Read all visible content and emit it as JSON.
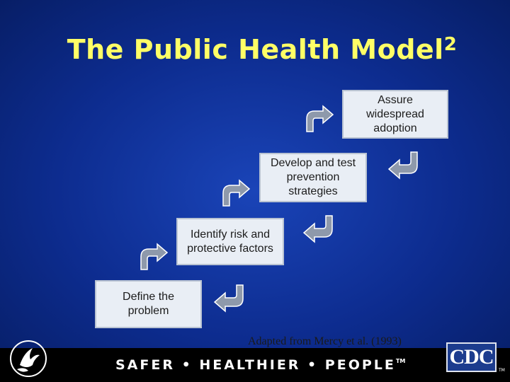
{
  "slide": {
    "title": "The Public Health Model",
    "title_superscript": "2"
  },
  "steps": [
    {
      "label": "Define the\nproblem"
    },
    {
      "label": "Identify risk and\nprotective factors"
    },
    {
      "label": "Develop and test\nprevention\nstrategies"
    },
    {
      "label": "Assure\nwidespread\nadoption"
    }
  ],
  "credit": "Adapted from Mercy et al. (1993)",
  "footer": {
    "slogan": "SAFER • HEALTHIER • PEOPLE",
    "slogan_mark": "TM",
    "cdc_logo_text": "CDC",
    "cdc_mark": "TM"
  },
  "colors": {
    "background": "#0d2c8f",
    "title": "#ffff66",
    "box_fill": "#e9eef5",
    "arrow_fill": "#8e99ab",
    "footer": "#000000"
  },
  "icons": [
    "up-right-turn-arrow-icon",
    "down-left-turn-arrow-icon",
    "hhs-eagle-logo",
    "cdc-logo"
  ]
}
